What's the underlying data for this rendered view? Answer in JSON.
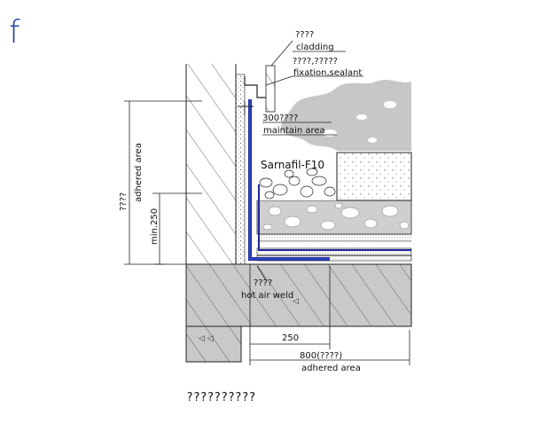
{
  "figure": {
    "letter": "f",
    "caption": "??????????"
  },
  "labels": {
    "cladding_unknown": "????",
    "cladding": "cladding",
    "fixation_unknown": "????,?????",
    "fixation": "fixation,sealant",
    "maintain_unknown": "300????",
    "maintain": "maintain area",
    "product": "Sarnafil-F10",
    "adhered_unknown_v": "????",
    "adhered_v": "adhered area",
    "min250": "min.250",
    "weld_unknown": "????",
    "weld": "hot air weld",
    "dim_250": "250",
    "dim_800": "800(????)",
    "adhered_h": "adhered area"
  },
  "colors": {
    "membrane": "#1e2a9a",
    "membrane_inner": "#3a56d8",
    "line": "#222222",
    "concrete": "#c9c9c9",
    "gravel": "#bdbdbd",
    "figure_letter": "#1f3f9f"
  }
}
